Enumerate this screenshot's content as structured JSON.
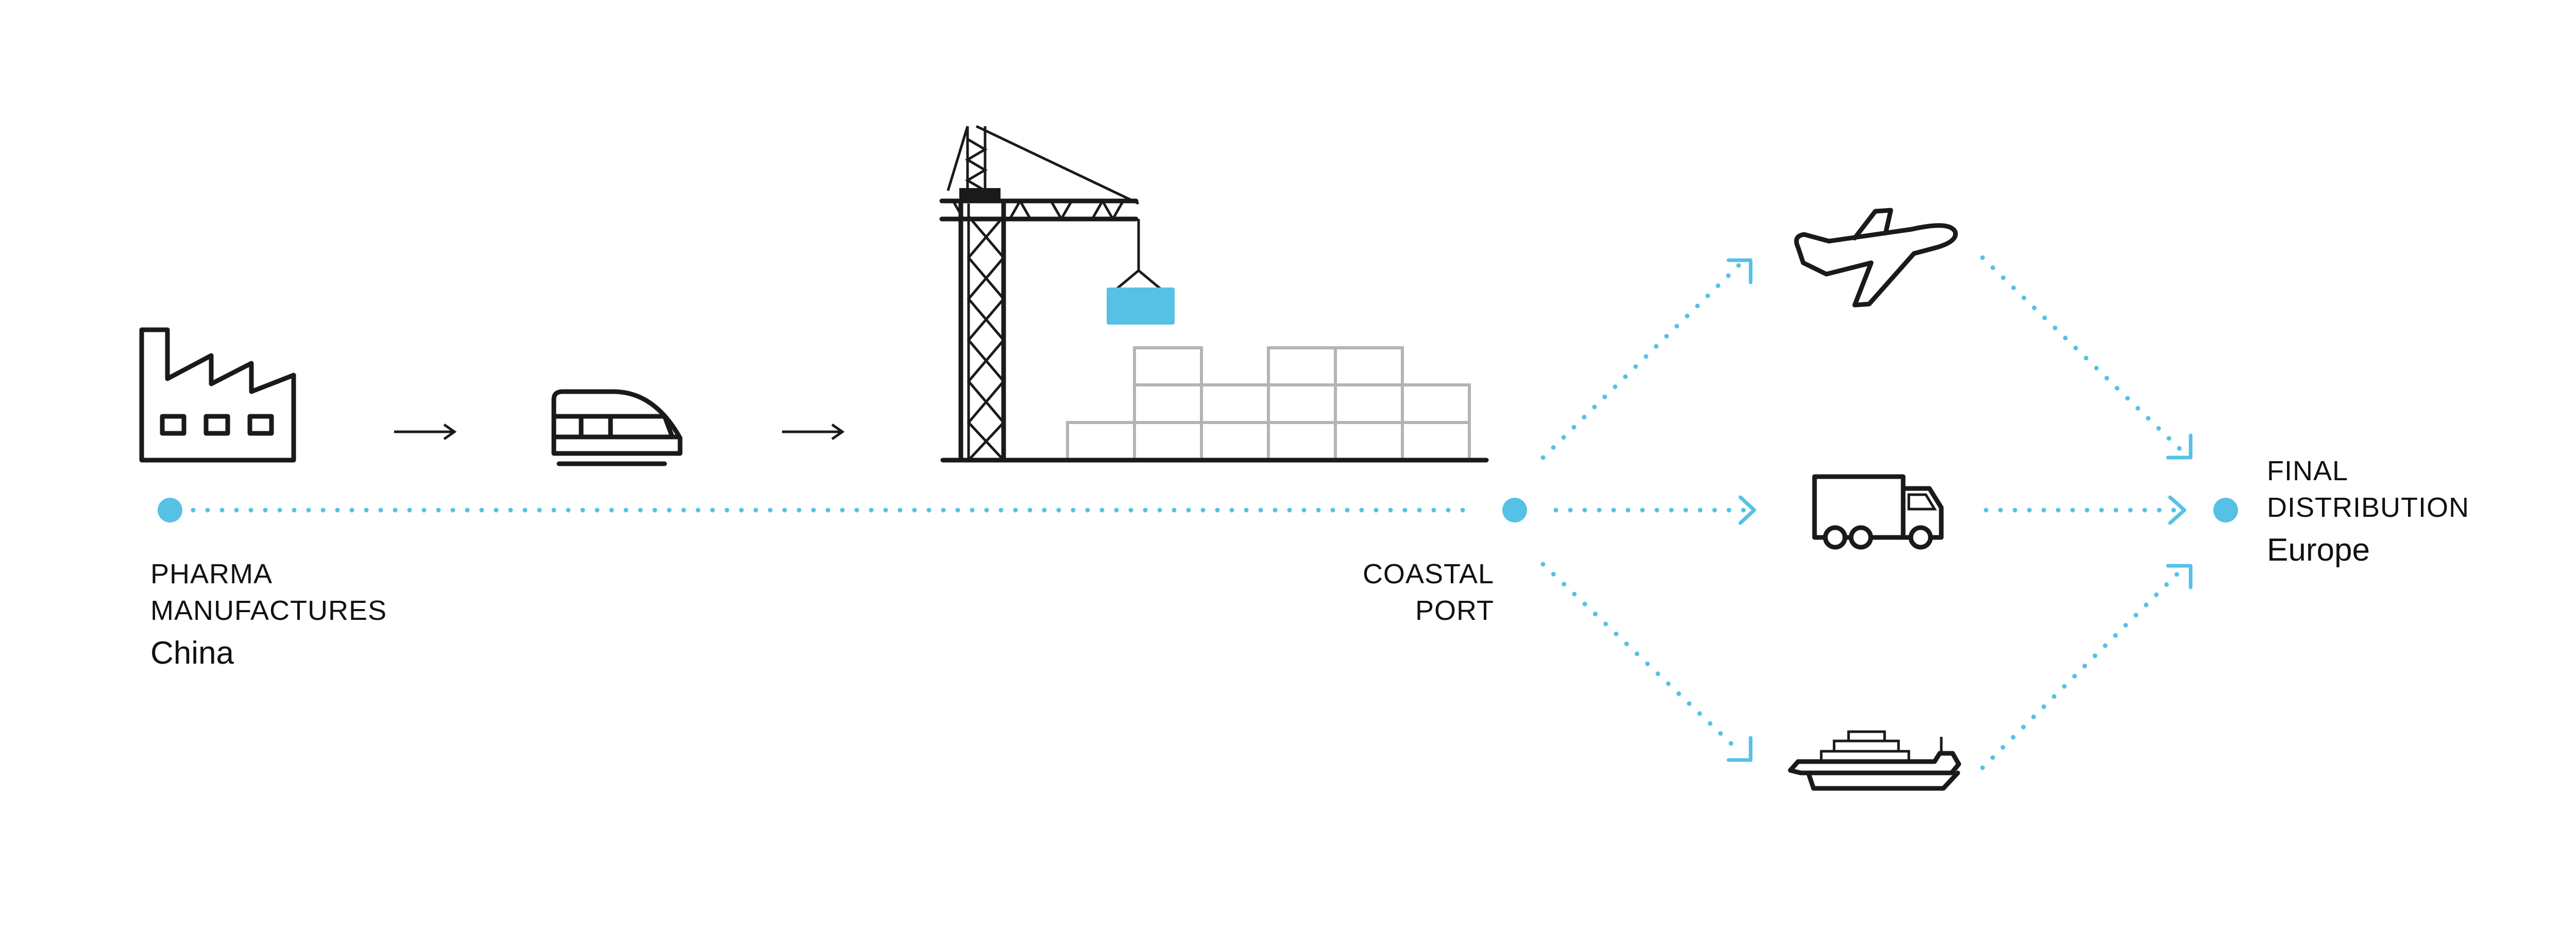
{
  "nodes": {
    "origin": {
      "title_lines": [
        "PHARMA",
        "MANUFACTURES"
      ],
      "subtitle": "China"
    },
    "port": {
      "title_lines": [
        "COASTAL",
        "PORT"
      ]
    },
    "destination": {
      "title_lines": [
        "FINAL",
        "DISTRIBUTION"
      ],
      "subtitle": "Europe"
    }
  },
  "icons": [
    "factory-icon",
    "train-icon",
    "crane-icon",
    "container-icon",
    "airplane-icon",
    "truck-icon",
    "ship-icon"
  ],
  "colors": {
    "accent": "#56c1e5",
    "ink": "#1a1a1a",
    "muted": "#b4b4b4"
  }
}
